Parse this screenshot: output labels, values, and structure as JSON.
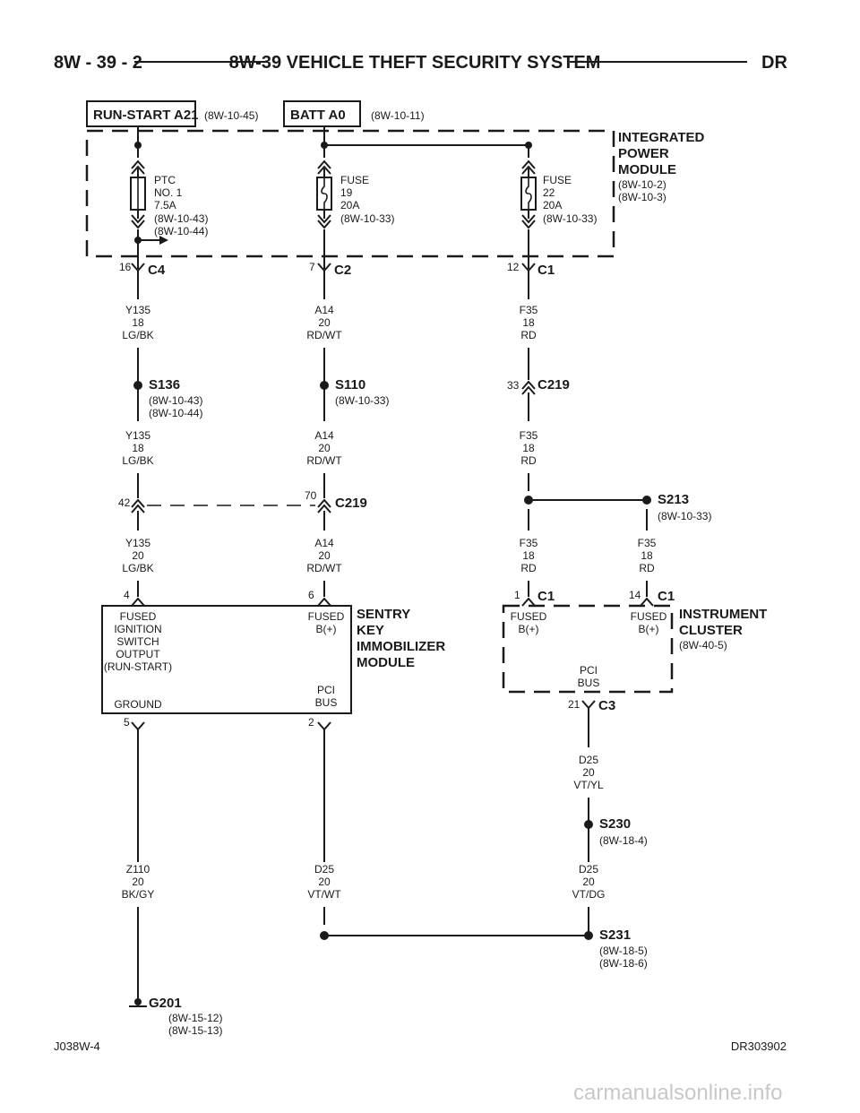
{
  "header": {
    "page_ref": "8W - 39 - 2",
    "title": "8W-39 VEHICLE THEFT SECURITY SYSTEM",
    "tag": "DR"
  },
  "sources": {
    "run_start": {
      "label": "RUN-START A21",
      "ref": "(8W-10-45)"
    },
    "batt": {
      "label": "BATT A0",
      "ref": "(8W-10-11)"
    }
  },
  "ipm": {
    "name_lines": [
      "INTEGRATED",
      "POWER",
      "MODULE"
    ],
    "refs": [
      "(8W-10-2)",
      "(8W-10-3)"
    ],
    "ptc": [
      "PTC",
      "NO. 1",
      "7.5A",
      "(8W-10-43)",
      "(8W-10-44)"
    ],
    "fuse19": [
      "FUSE",
      "19",
      "20A",
      "(8W-10-33)"
    ],
    "fuse22": [
      "FUSE",
      "22",
      "20A",
      "(8W-10-33)"
    ]
  },
  "connectors": {
    "c4": {
      "pin": "16",
      "name": "C4"
    },
    "c2": {
      "pin": "7",
      "name": "C2"
    },
    "c1_ipm": {
      "pin": "12",
      "name": "C1"
    },
    "c219_f35": {
      "pin": "33",
      "name": "C219"
    },
    "c219_y135": {
      "pin": "42"
    },
    "c219_a14": {
      "pin": "70",
      "name": "C219"
    },
    "skim_p4": {
      "pin": "4"
    },
    "skim_p6": {
      "pin": "6"
    },
    "skim_p5": {
      "pin": "5"
    },
    "skim_p2": {
      "pin": "2"
    },
    "ic_c1_a": {
      "pin": "1",
      "name": "C1"
    },
    "ic_c1_b": {
      "pin": "14",
      "name": "C1"
    },
    "ic_c3": {
      "pin": "21",
      "name": "C3"
    }
  },
  "wires": {
    "y135_top": [
      "Y135",
      "18",
      "LG/BK"
    ],
    "a14_top": [
      "A14",
      "20",
      "RD/WT"
    ],
    "f35_top": [
      "F35",
      "18",
      "RD"
    ],
    "y135_mid": [
      "Y135",
      "18",
      "LG/BK"
    ],
    "a14_mid": [
      "A14",
      "20",
      "RD/WT"
    ],
    "f35_mid": [
      "F35",
      "18",
      "RD"
    ],
    "y135_low": [
      "Y135",
      "20",
      "LG/BK"
    ],
    "a14_low": [
      "A14",
      "20",
      "RD/WT"
    ],
    "f35_low_a": [
      "F35",
      "18",
      "RD"
    ],
    "f35_low_b": [
      "F35",
      "18",
      "RD"
    ],
    "d25_ic": [
      "D25",
      "20",
      "VT/YL"
    ],
    "z110": [
      "Z110",
      "20",
      "BK/GY"
    ],
    "d25_skim": [
      "D25",
      "20",
      "VT/WT"
    ],
    "d25_dg": [
      "D25",
      "20",
      "VT/DG"
    ]
  },
  "splices": {
    "s136": {
      "name": "S136",
      "refs": [
        "(8W-10-43)",
        "(8W-10-44)"
      ]
    },
    "s110": {
      "name": "S110",
      "refs": [
        "(8W-10-33)"
      ]
    },
    "s213": {
      "name": "S213",
      "refs": [
        "(8W-10-33)"
      ]
    },
    "s230": {
      "name": "S230",
      "refs": [
        "(8W-18-4)"
      ]
    },
    "s231": {
      "name": "S231",
      "refs": [
        "(8W-18-5)",
        "(8W-18-6)"
      ]
    }
  },
  "ground": {
    "name": "G201",
    "refs": [
      "(8W-15-12)",
      "(8W-15-13)"
    ]
  },
  "skim": {
    "name_lines": [
      "SENTRY",
      "KEY",
      "IMMOBILIZER",
      "MODULE"
    ],
    "fused_ign": [
      "FUSED",
      "IGNITION",
      "SWITCH",
      "OUTPUT",
      "(RUN-START)"
    ],
    "fused_b": [
      "FUSED",
      "B(+)"
    ],
    "ground": "GROUND",
    "pci": [
      "PCI",
      "BUS"
    ]
  },
  "cluster": {
    "name_lines": [
      "INSTRUMENT",
      "CLUSTER"
    ],
    "ref": "(8W-40-5)",
    "fused_b1": [
      "FUSED",
      "B(+)"
    ],
    "fused_b2": [
      "FUSED",
      "B(+)"
    ],
    "pci": [
      "PCI",
      "BUS"
    ]
  },
  "footer": {
    "left": "J038W-4",
    "right": "DR303902"
  },
  "watermark": "carmanualsonline.info"
}
